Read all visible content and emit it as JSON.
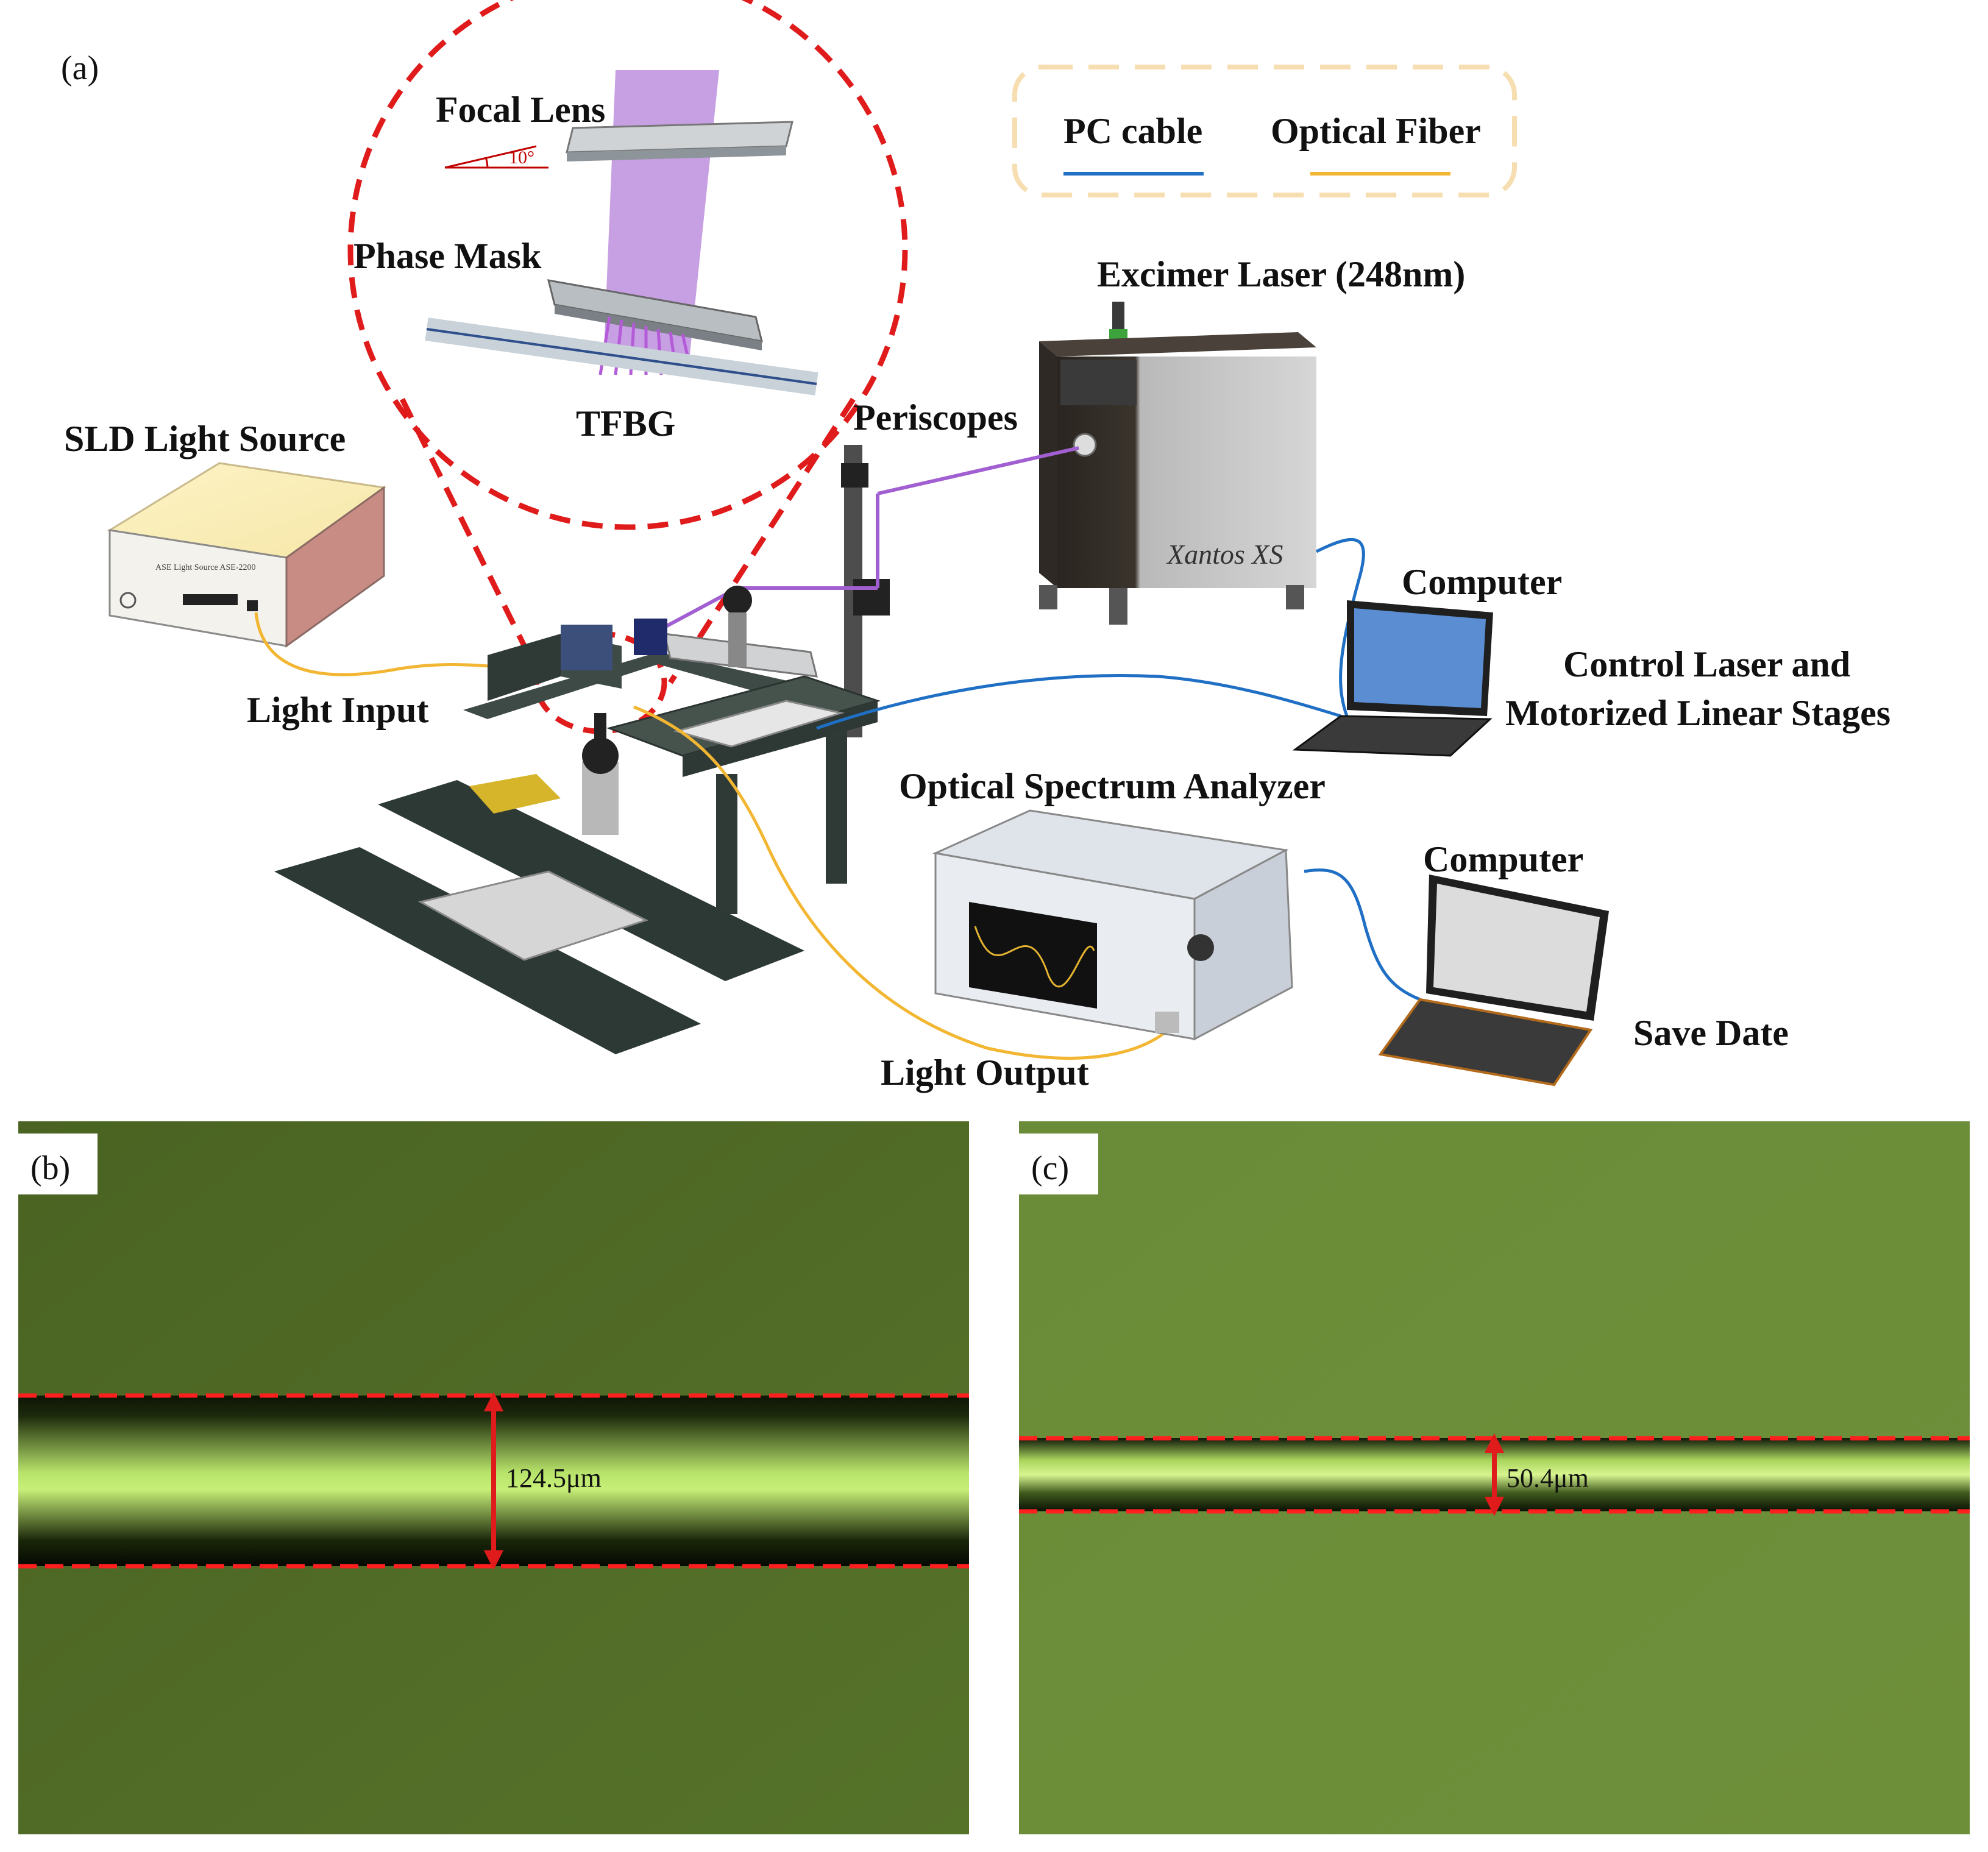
{
  "panel_a": {
    "tag": "(a)",
    "legend": {
      "pc_cable": "PC cable",
      "optical_fiber": "Optical Fiber",
      "pc_cable_color": "#1f6fc4",
      "optical_fiber_color": "#f2b632",
      "frame_color": "#f6deb0"
    },
    "zoom_callout": {
      "focal_lens": "Focal Lens",
      "angle": "10°",
      "phase_mask": "Phase Mask",
      "tfbg": "TFBG",
      "circle_color": "#e01b1b",
      "beam_color": "#a15fd1"
    },
    "labels": {
      "excimer_laser": "Excimer Laser (248nm)",
      "laser_model": "Xantos XS",
      "periscopes": "Periscopes",
      "sld_light_source": "SLD Light Source",
      "sld_panel_text": "ASE Light Source  ASE-2200",
      "light_input": "Light Input",
      "computer_1": "Computer",
      "control_line_1": "Control Laser and",
      "control_line_2": "Motorized Linear Stages",
      "osa": "Optical Spectrum Analyzer",
      "computer_2": "Computer",
      "save_date": "Save Date",
      "light_output": "Light Output"
    }
  },
  "panel_b": {
    "tag": "(b)",
    "measurement": "124.5μm",
    "background_color": "#4f6a25"
  },
  "panel_c": {
    "tag": "(c)",
    "measurement": "50.4μm",
    "background_color": "#6a8a38"
  }
}
